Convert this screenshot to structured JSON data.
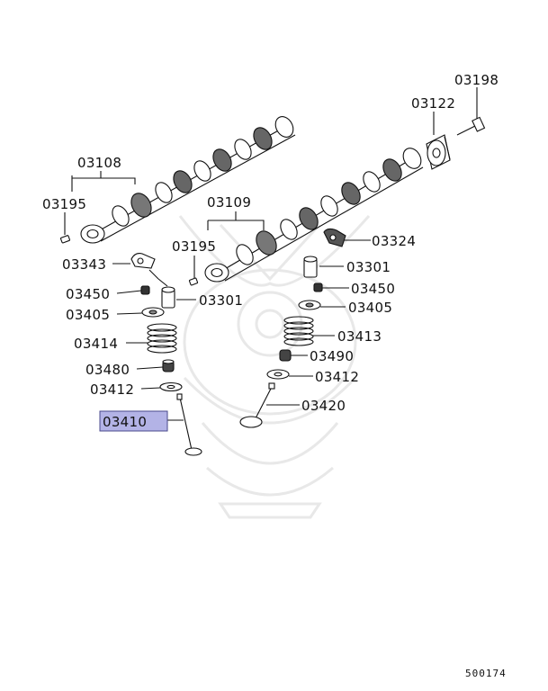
{
  "colors": {
    "ink": "#111111",
    "highlight_fill": "#b3b3e6",
    "highlight_border": "#4a4a8c",
    "watermark": "#e8e8e8"
  },
  "watermark": {
    "icon": "samurai-helmet-icon"
  },
  "labels": {
    "l03198": "03198",
    "l03122": "03122",
    "l03108": "03108",
    "l03195a": "03195",
    "l03109": "03109",
    "l03195b": "03195",
    "l03324": "03324",
    "l03343": "03343",
    "l03301a": "03301",
    "l03450a": "03450",
    "l03301b": "03301",
    "l03450b": "03450",
    "l03405a": "03405",
    "l03405b": "03405",
    "l03414": "03414",
    "l03413": "03413",
    "l03480": "03480",
    "l03490": "03490",
    "l03412a": "03412",
    "l03412b": "03412",
    "l03410": "03410",
    "l03420": "03420"
  },
  "highlighted_part": "03410",
  "diagram_code": "500174"
}
